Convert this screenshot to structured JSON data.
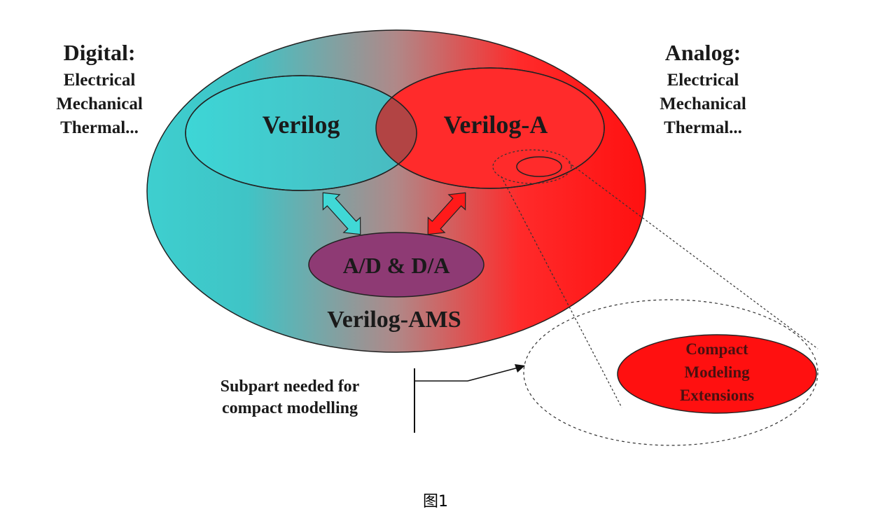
{
  "digital": {
    "title": "Digital:",
    "lines": [
      "Electrical",
      "Mechanical",
      "Thermal..."
    ]
  },
  "analog": {
    "title": "Analog:",
    "lines": [
      "Electrical",
      "Mechanical",
      "Thermal..."
    ]
  },
  "verilog_label": "Verilog",
  "verilog_a_label": "Verilog-A",
  "ad_da_label": "A/D & D/A",
  "verilog_ams_label": "Verilog-AMS",
  "subpart_lines": [
    "Subpart needed for",
    "compact modelling"
  ],
  "compact_lines": [
    "Compact",
    "Modeling",
    "Extensions"
  ],
  "figure_caption": "图1",
  "colors": {
    "digital": "#3fd0cf",
    "analog": "#ff1a1a",
    "mixed": "#8e3a74",
    "outline": "#222222"
  }
}
